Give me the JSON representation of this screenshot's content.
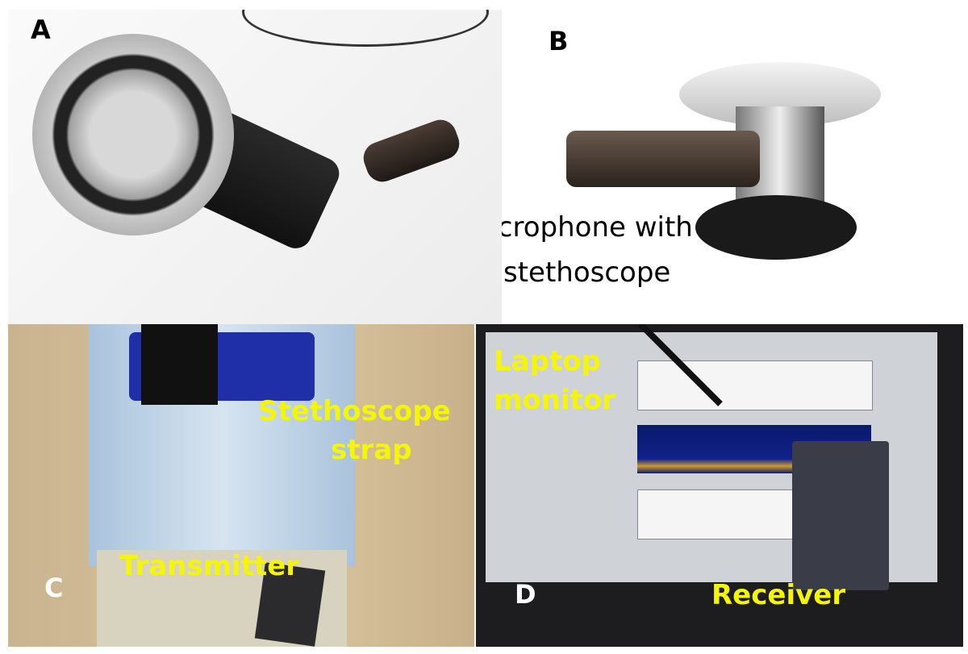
{
  "panels": {
    "a": {
      "letter": "A"
    },
    "b": {
      "letter": "B",
      "caption_line1": "Microphone with",
      "caption_line2": "stethoscope"
    },
    "c": {
      "letter": "C",
      "strap_line1": "Stethoscope",
      "strap_line2": "strap",
      "transmitter": "Transmitter"
    },
    "d": {
      "letter": "D",
      "laptop_line1": "Laptop",
      "laptop_line2": "monitor",
      "receiver": "Receiver"
    }
  },
  "colors": {
    "annotation": "#f5f50a",
    "letter_dark": "#000000",
    "letter_light": "#ffffff"
  }
}
